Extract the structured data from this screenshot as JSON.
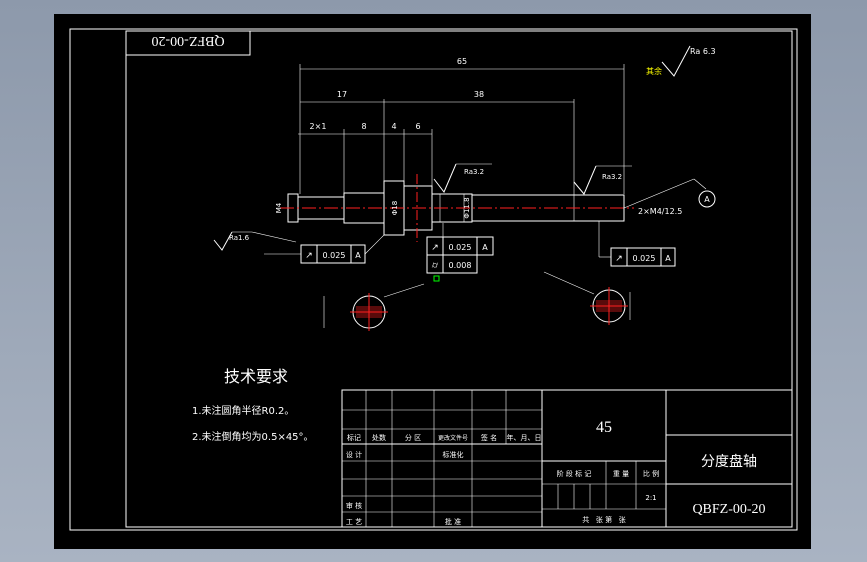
{
  "drawing_number": "QBFZ-00-20",
  "drawing_number_mirrored": "QBFZ-00-20",
  "part_name": "分度盘轴",
  "material": "45",
  "scale": "2:1",
  "tech_requirements": {
    "title": "技术要求",
    "items": [
      "1.未注圆角半径R0.2。",
      "2.未注倒角均为0.5×45°。"
    ]
  },
  "dimensions": {
    "overall": "65",
    "d17": "17",
    "d38": "38",
    "d2x1": "2×1",
    "d8": "8",
    "d4": "4",
    "d6": "6",
    "thread": "2×M4/12.5",
    "dia_left": "M4",
    "dia_mid": "Φ18",
    "dia_right": "Φ11.8"
  },
  "roughness": {
    "general": "Ra 6.3",
    "general_prefix": "其余",
    "r1": "Ra3.2",
    "r2": "Ra3.2",
    "r3": "Ra1.6"
  },
  "tolerances": {
    "runout1": "0.025",
    "runout1_datum": "A",
    "runout2": "0.025",
    "runout2_datum": "A",
    "cyl": "0.008",
    "runout3": "0.025",
    "runout3_datum": "A"
  },
  "datum_label": "A",
  "title_block": {
    "rev_headers": [
      "标记",
      "处数",
      "分 区",
      "更改文件号",
      "签 名",
      "年、月、日"
    ],
    "row_design": "设 计",
    "row_standard": "标准化",
    "row_check": "审 核",
    "row_process": "工 艺",
    "row_approve": "批 准",
    "stage_mark": "阶 段 标 记",
    "weight": "重 量",
    "scale_label": "比 例",
    "sheets": "共   张 第   张"
  }
}
